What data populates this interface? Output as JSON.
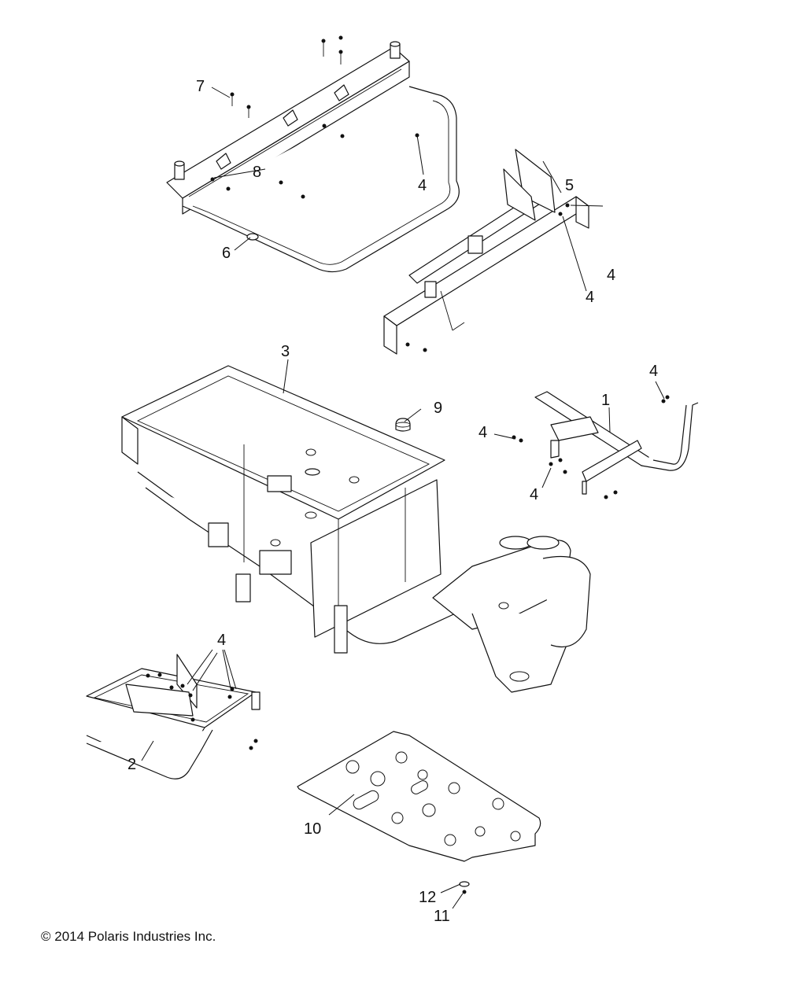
{
  "callouts": {
    "c1": "1",
    "c2": "2",
    "c3": "3",
    "c4a": "4",
    "c4b": "4",
    "c4c": "4",
    "c4d": "4",
    "c4e": "4",
    "c4f": "4",
    "c4g": "4",
    "c5": "5",
    "c6": "6",
    "c7": "7",
    "c8": "8",
    "c9": "9",
    "c10": "10",
    "c11": "11",
    "c12": "12"
  },
  "footer": {
    "copyright": "© 2014 Polaris Industries Inc."
  }
}
